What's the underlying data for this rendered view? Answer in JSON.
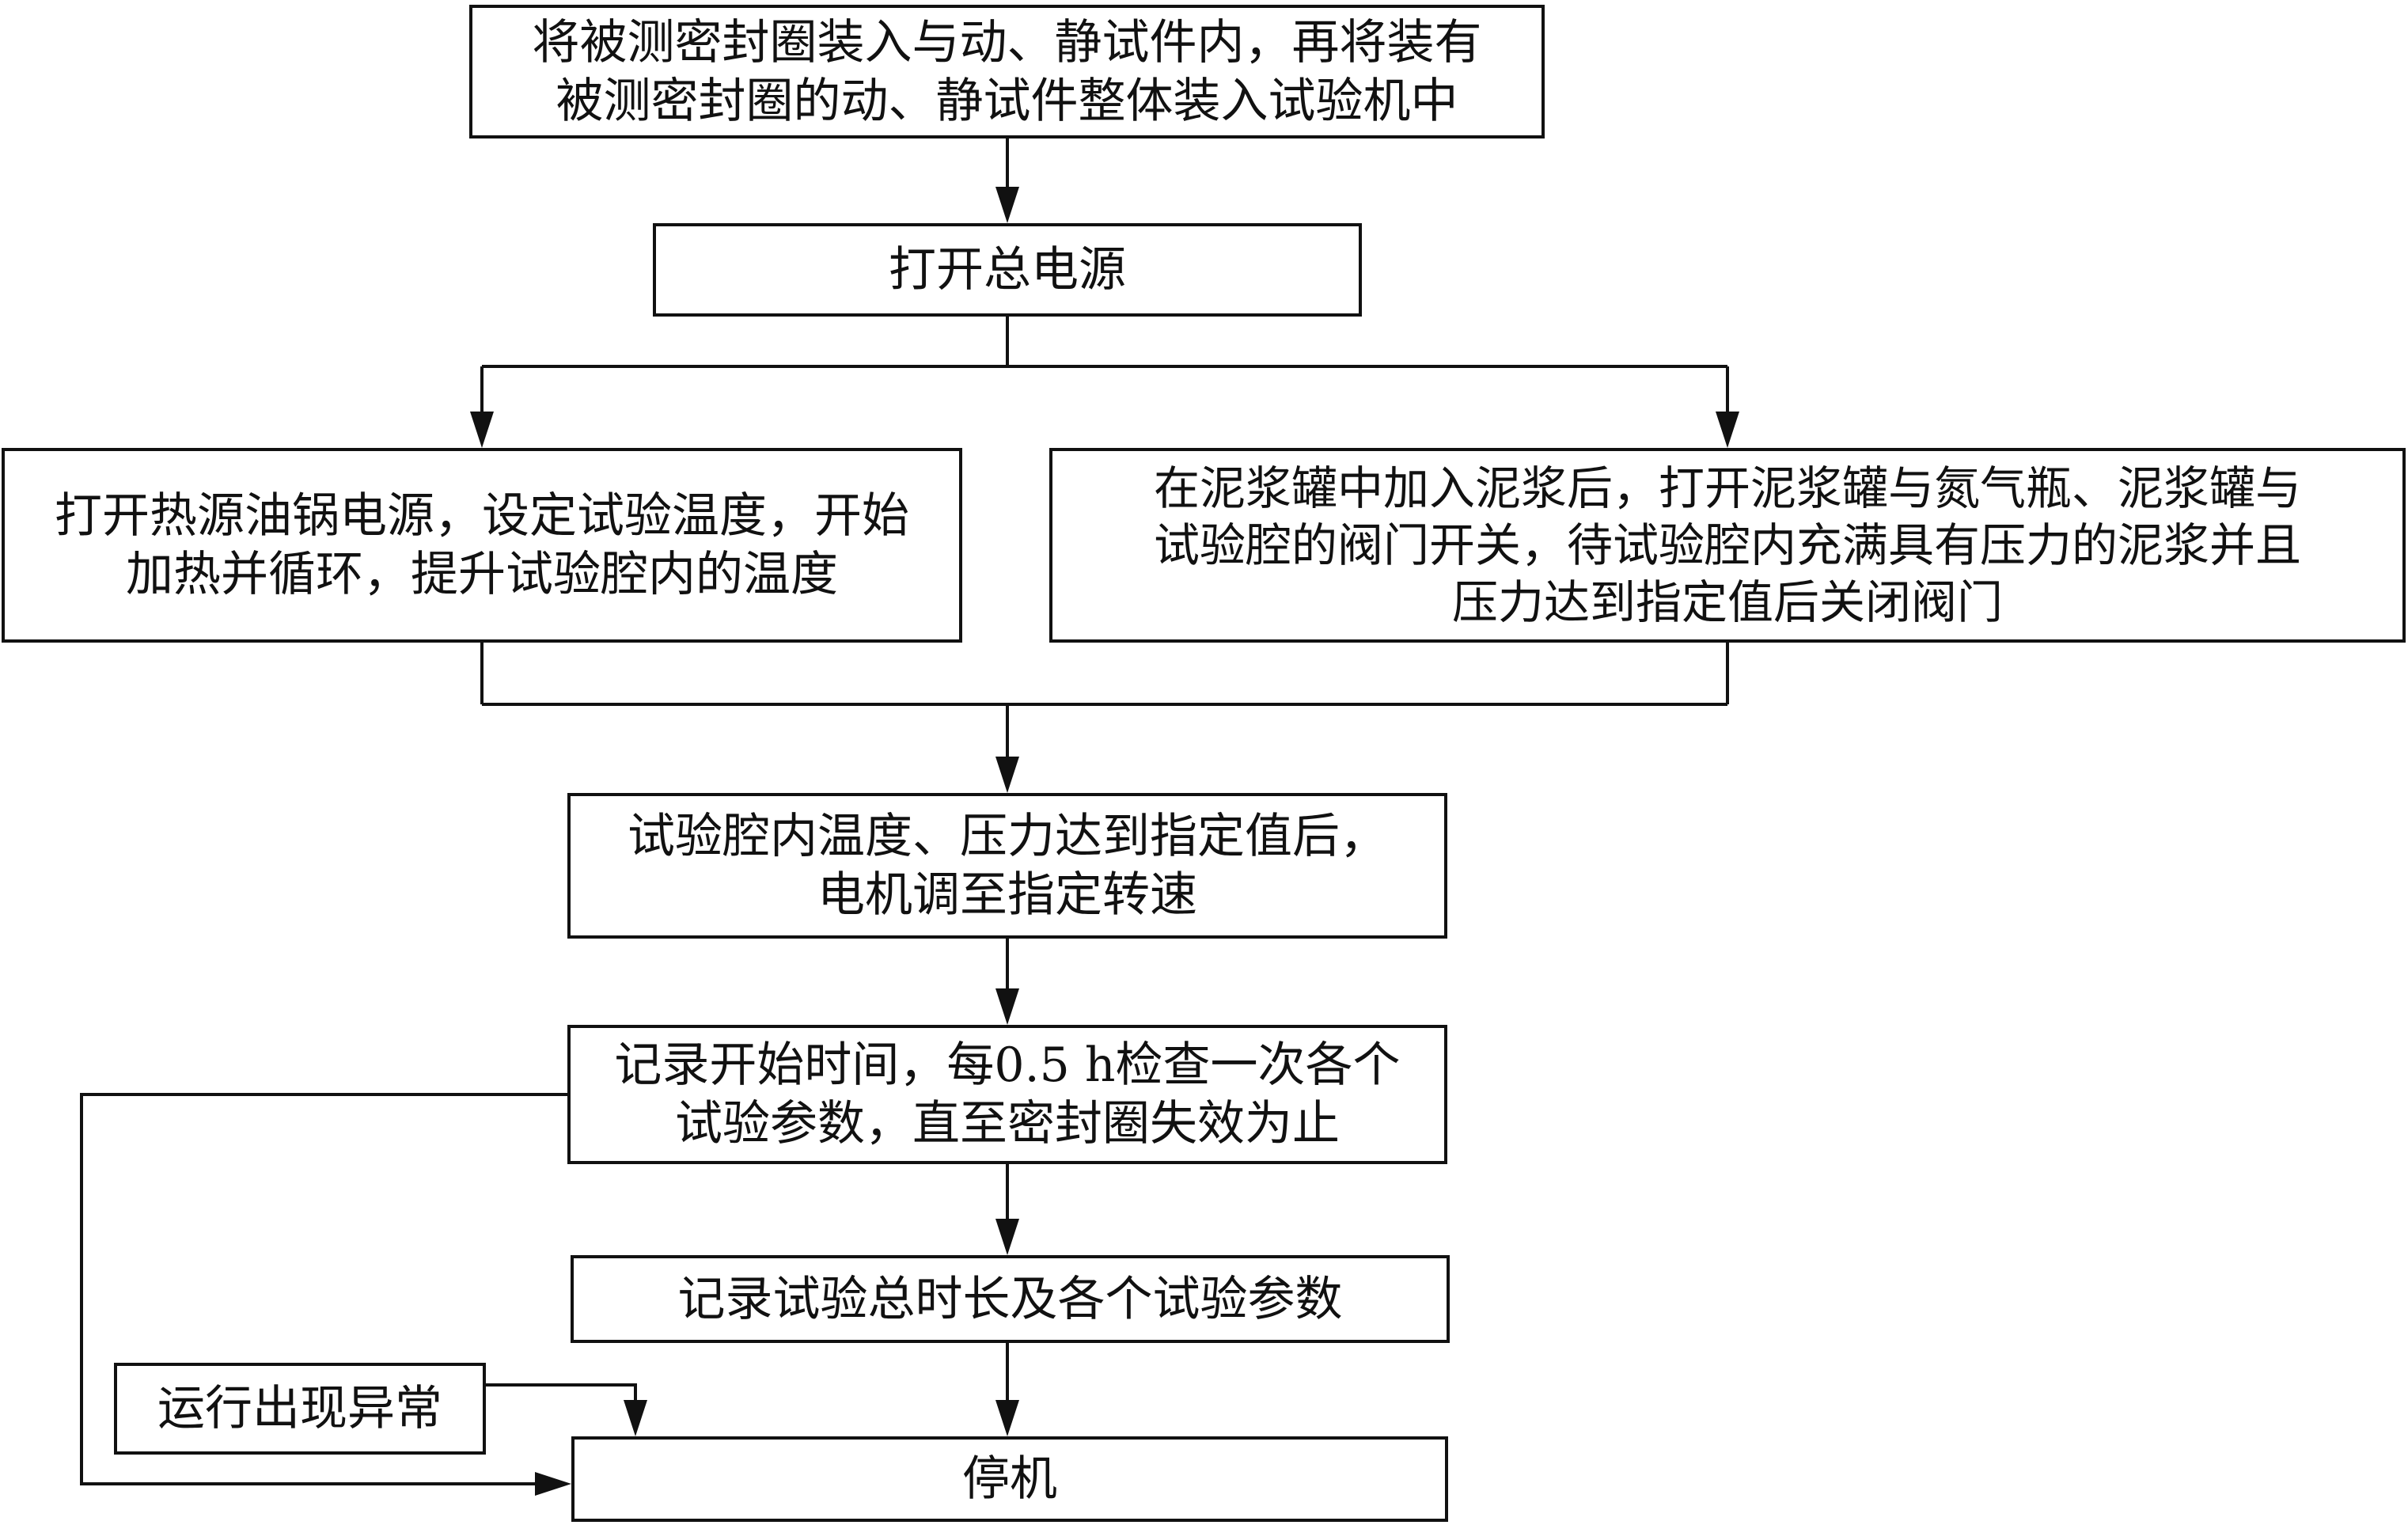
{
  "flowchart": {
    "steps": {
      "install": {
        "text": "将被测密封圈装入与动、静试件内，再将装有\n被测密封圈的动、静试件整体装入试验机中"
      },
      "power_on": {
        "text": "打开总电源"
      },
      "heat": {
        "text": "打开热源油锅电源，设定试验温度，开始\n加热并循环，提升试验腔内的温度"
      },
      "slurry": {
        "text": "在泥浆罐中加入泥浆后，打开泥浆罐与氮气瓶、泥浆罐与\n试验腔的阀门开关，待试验腔内充满具有压力的泥浆并且\n压力达到指定值后关闭阀门"
      },
      "motor_speed": {
        "text": "试验腔内温度、压力达到指定值后，\n电机调至指定转速"
      },
      "record_check": {
        "text": "记录开始时间，每0.5 h检查一次各个\n试验参数，直至密封圈失效为止"
      },
      "record_total": {
        "text": "记录试验总时长及各个试验参数"
      },
      "abnormal": {
        "text": "运行出现异常"
      },
      "stop": {
        "text": "停机"
      }
    }
  }
}
